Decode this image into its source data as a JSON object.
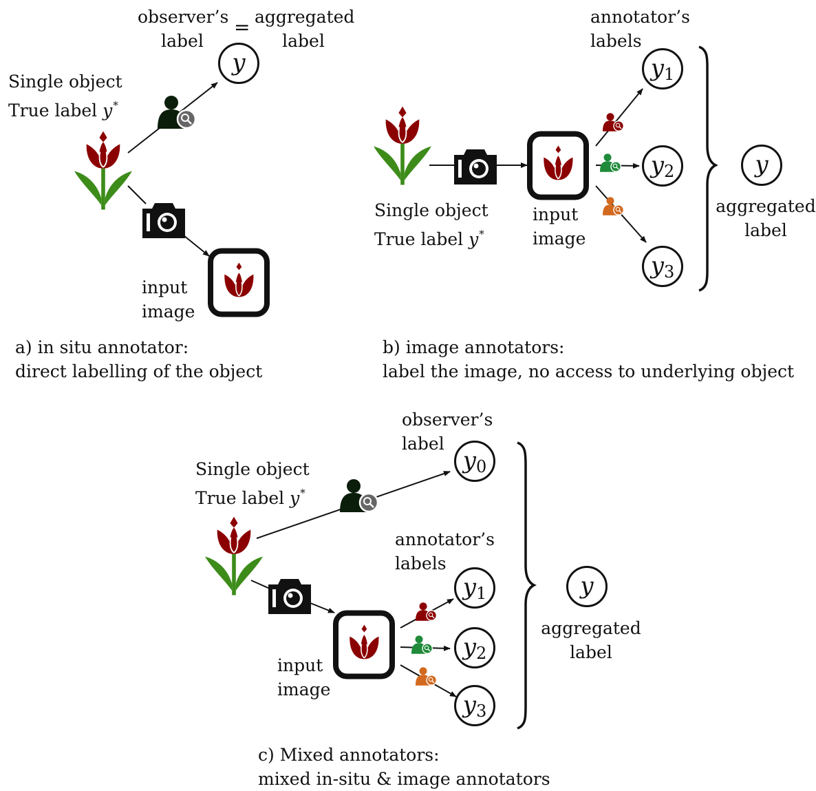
{
  "colors": {
    "stroke": "#111111",
    "flower_red": "#8b0000",
    "flower_green": "#3d8c1a",
    "annotator_red": "#8b0000",
    "annotator_green": "#1f8a3a",
    "annotator_orange": "#d2691e",
    "observer": "#0b1d0b"
  },
  "labels": {
    "observers_label_1": "observer’s",
    "observers_label_2": "label",
    "equals": "=",
    "aggregated_1": "aggregated",
    "aggregated_2": "label",
    "single_object": "Single object",
    "true_label": "True label",
    "y_star": "y",
    "input": "input",
    "image": "image",
    "annotators_1": "annotator’s",
    "annotators_2": "labels",
    "y": "y",
    "sub_0": "0",
    "sub_1": "1",
    "sub_2": "2",
    "sub_3": "3"
  },
  "panels": {
    "a": {
      "caption_1": "a) in situ annotator:",
      "caption_2": "direct labelling of the object"
    },
    "b": {
      "caption_1": "b) image annotators:",
      "caption_2": "label the image, no access to underlying object"
    },
    "c": {
      "caption_1": "c) Mixed annotators:",
      "caption_2": "mixed in-situ & image annotators"
    }
  },
  "icons": [
    "tulip-icon",
    "camera-icon",
    "observer-person-icon",
    "annotator-person-icon",
    "input-image-icon"
  ]
}
